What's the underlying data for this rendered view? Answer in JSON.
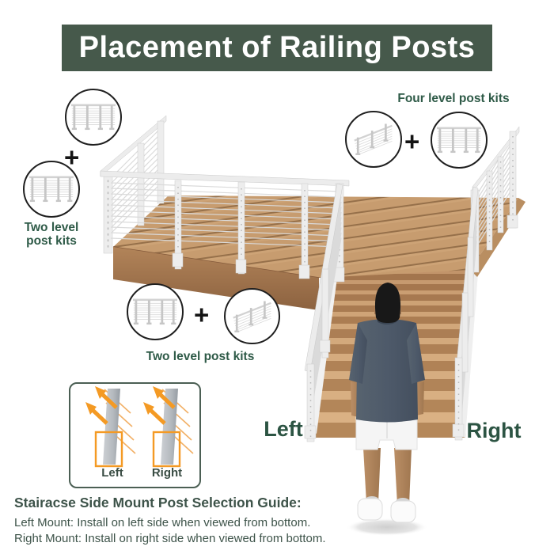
{
  "title": "Placement of Railing Posts",
  "plus": "+",
  "kits": {
    "top_left": {
      "line1": "Two level",
      "line2": "post kits",
      "icons": [
        "level-railing-kit",
        "level-railing-kit"
      ]
    },
    "top_right": {
      "label": "Four level post kits",
      "icons": [
        "stair-railing-kit",
        "level-railing-kit"
      ]
    },
    "mid_left": {
      "label": "Two level post kits",
      "icons": [
        "level-railing-kit",
        "stair-railing-kit"
      ]
    }
  },
  "stair_side_labels": {
    "left": "Left",
    "right": "Right"
  },
  "guide_box": {
    "left": "Left",
    "right": "Right"
  },
  "footer": {
    "title": "Stairacse Side Mount Post Selection Guide:",
    "left_line": "Left Mount: Install on left side when viewed from bottom.",
    "right_line": "Right Mount: Install on right side when viewed from bottom."
  },
  "colors": {
    "header-bg": "#46594b",
    "header-text": "#ffffff",
    "label-green": "#2e5a47",
    "stair-label": "#2c5443",
    "footer-text": "#3d5349",
    "orange": "#f49a24",
    "circle-border": "#1f1f1f",
    "wood": "#c79c6f",
    "railing-white": "#ececec",
    "shirt-blue": "#4d5969"
  }
}
